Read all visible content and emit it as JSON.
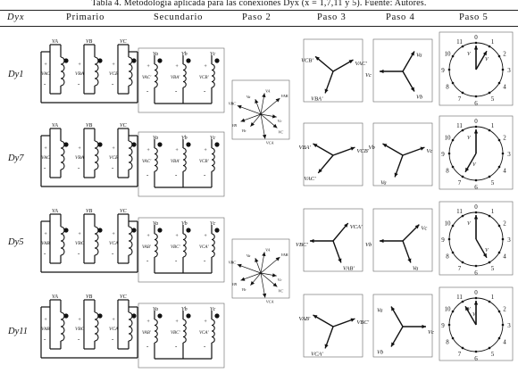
{
  "caption": "Tabla 4. Metodología aplicada para las conexiones Dyx (x = 1,7,11 y 5). Fuente: Autores.",
  "headers": [
    "Dyx",
    "Primario",
    "Secundario",
    "Paso 2",
    "Paso 3",
    "Paso 4",
    "Paso 5"
  ],
  "rows": [
    {
      "label": "Dy1",
      "primario": [
        "VA",
        "VB",
        "VC",
        "VAC",
        "VBA",
        "VCB"
      ],
      "secundario": [
        "Va",
        "Vb",
        "Vc",
        "VAC'",
        "VBA'",
        "VCB'"
      ],
      "paso3": [
        "VCB'",
        "VAC'",
        "VBA'"
      ],
      "paso4": [
        "Vc",
        "Va",
        "Vb"
      ],
      "paso5": [
        "VA",
        "Va"
      ]
    },
    {
      "label": "Dy7",
      "primario": [
        "VA",
        "VB",
        "VC",
        "VAC",
        "VBA",
        "VCB"
      ],
      "secundario": [
        "Va",
        "Vb",
        "Vc",
        "VAC'",
        "VBA'",
        "VCB'"
      ],
      "paso3": [
        "VBA'",
        "VCB'",
        "VAC'"
      ],
      "paso4": [
        "Vb",
        "Vc",
        "Va"
      ],
      "paso5": [
        "VA",
        "Va"
      ]
    },
    {
      "label": "Dy5",
      "primario": [
        "VA",
        "VB",
        "VC",
        "VAB",
        "VBC",
        "VCA"
      ],
      "secundario": [
        "Va",
        "Vb",
        "Vc",
        "VAB'",
        "VBC'",
        "VCA'"
      ],
      "paso3": [
        "VBC'",
        "VCA'",
        "VAB'"
      ],
      "paso4": [
        "Vb",
        "Vc",
        "Va"
      ],
      "paso5": [
        "VA",
        "Va"
      ]
    },
    {
      "label": "Dy11",
      "primario": [
        "VA",
        "VB",
        "VC",
        "VAB",
        "VBC",
        "VCA"
      ],
      "secundario": [
        "Va",
        "Vb",
        "Vc",
        "VAB'",
        "VBC'",
        "VCA'"
      ],
      "paso3": [
        "VAB'",
        "VBC'",
        "VCA'"
      ],
      "paso4": [
        "Va",
        "Vc",
        "Vb"
      ],
      "paso5": [
        "VA",
        "Va"
      ]
    }
  ],
  "paso2": {
    "top": [
      "VA",
      "VB",
      "VC",
      "Va",
      "Vb",
      "Vc",
      "VAB",
      "VBC",
      "VCA"
    ],
    "bottom": [
      "VA",
      "VB",
      "VC",
      "Va",
      "Vb",
      "Vc",
      "VAB",
      "VBC",
      "VCA"
    ]
  },
  "clock_numbers": [
    "0",
    "1",
    "2",
    "3",
    "4",
    "5",
    "6",
    "7",
    "8",
    "9",
    "10",
    "11"
  ],
  "clock_hour": [
    1,
    7,
    5,
    11
  ]
}
